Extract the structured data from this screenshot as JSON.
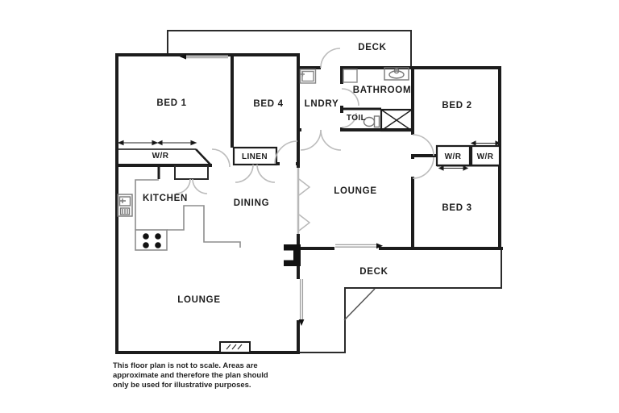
{
  "colors": {
    "background": "#ffffff",
    "wall": "#1c1c1c",
    "deck_outline": "#2b2b2b",
    "door_arc": "#bcbcbc",
    "fixture": "#8e8e8e",
    "slider": "#a0a0a0",
    "text": "#1d1d1d"
  },
  "rooms": {
    "bed1": "BED 1",
    "bed4": "BED 4",
    "lndry": "LNDRY",
    "bathroom": "BATHROOM",
    "toil": "TOIL",
    "bed2": "BED 2",
    "bed3": "BED 3",
    "kitchen": "KITCHEN",
    "dining": "DINING",
    "lounge_middle": "LOUNGE",
    "lounge_bottom": "LOUNGE",
    "linen": "LINEN",
    "deck_top": "DECK",
    "deck_bottom": "DECK",
    "wr_bed1": "W/R",
    "wr_bed3": "W/R",
    "wr_bed2": "W/R"
  },
  "disclaimer": {
    "line1": "This floor plan is not to scale. Areas are",
    "line2": "approximate and therefore the plan should",
    "line3": "only be used for illustrative purposes."
  }
}
